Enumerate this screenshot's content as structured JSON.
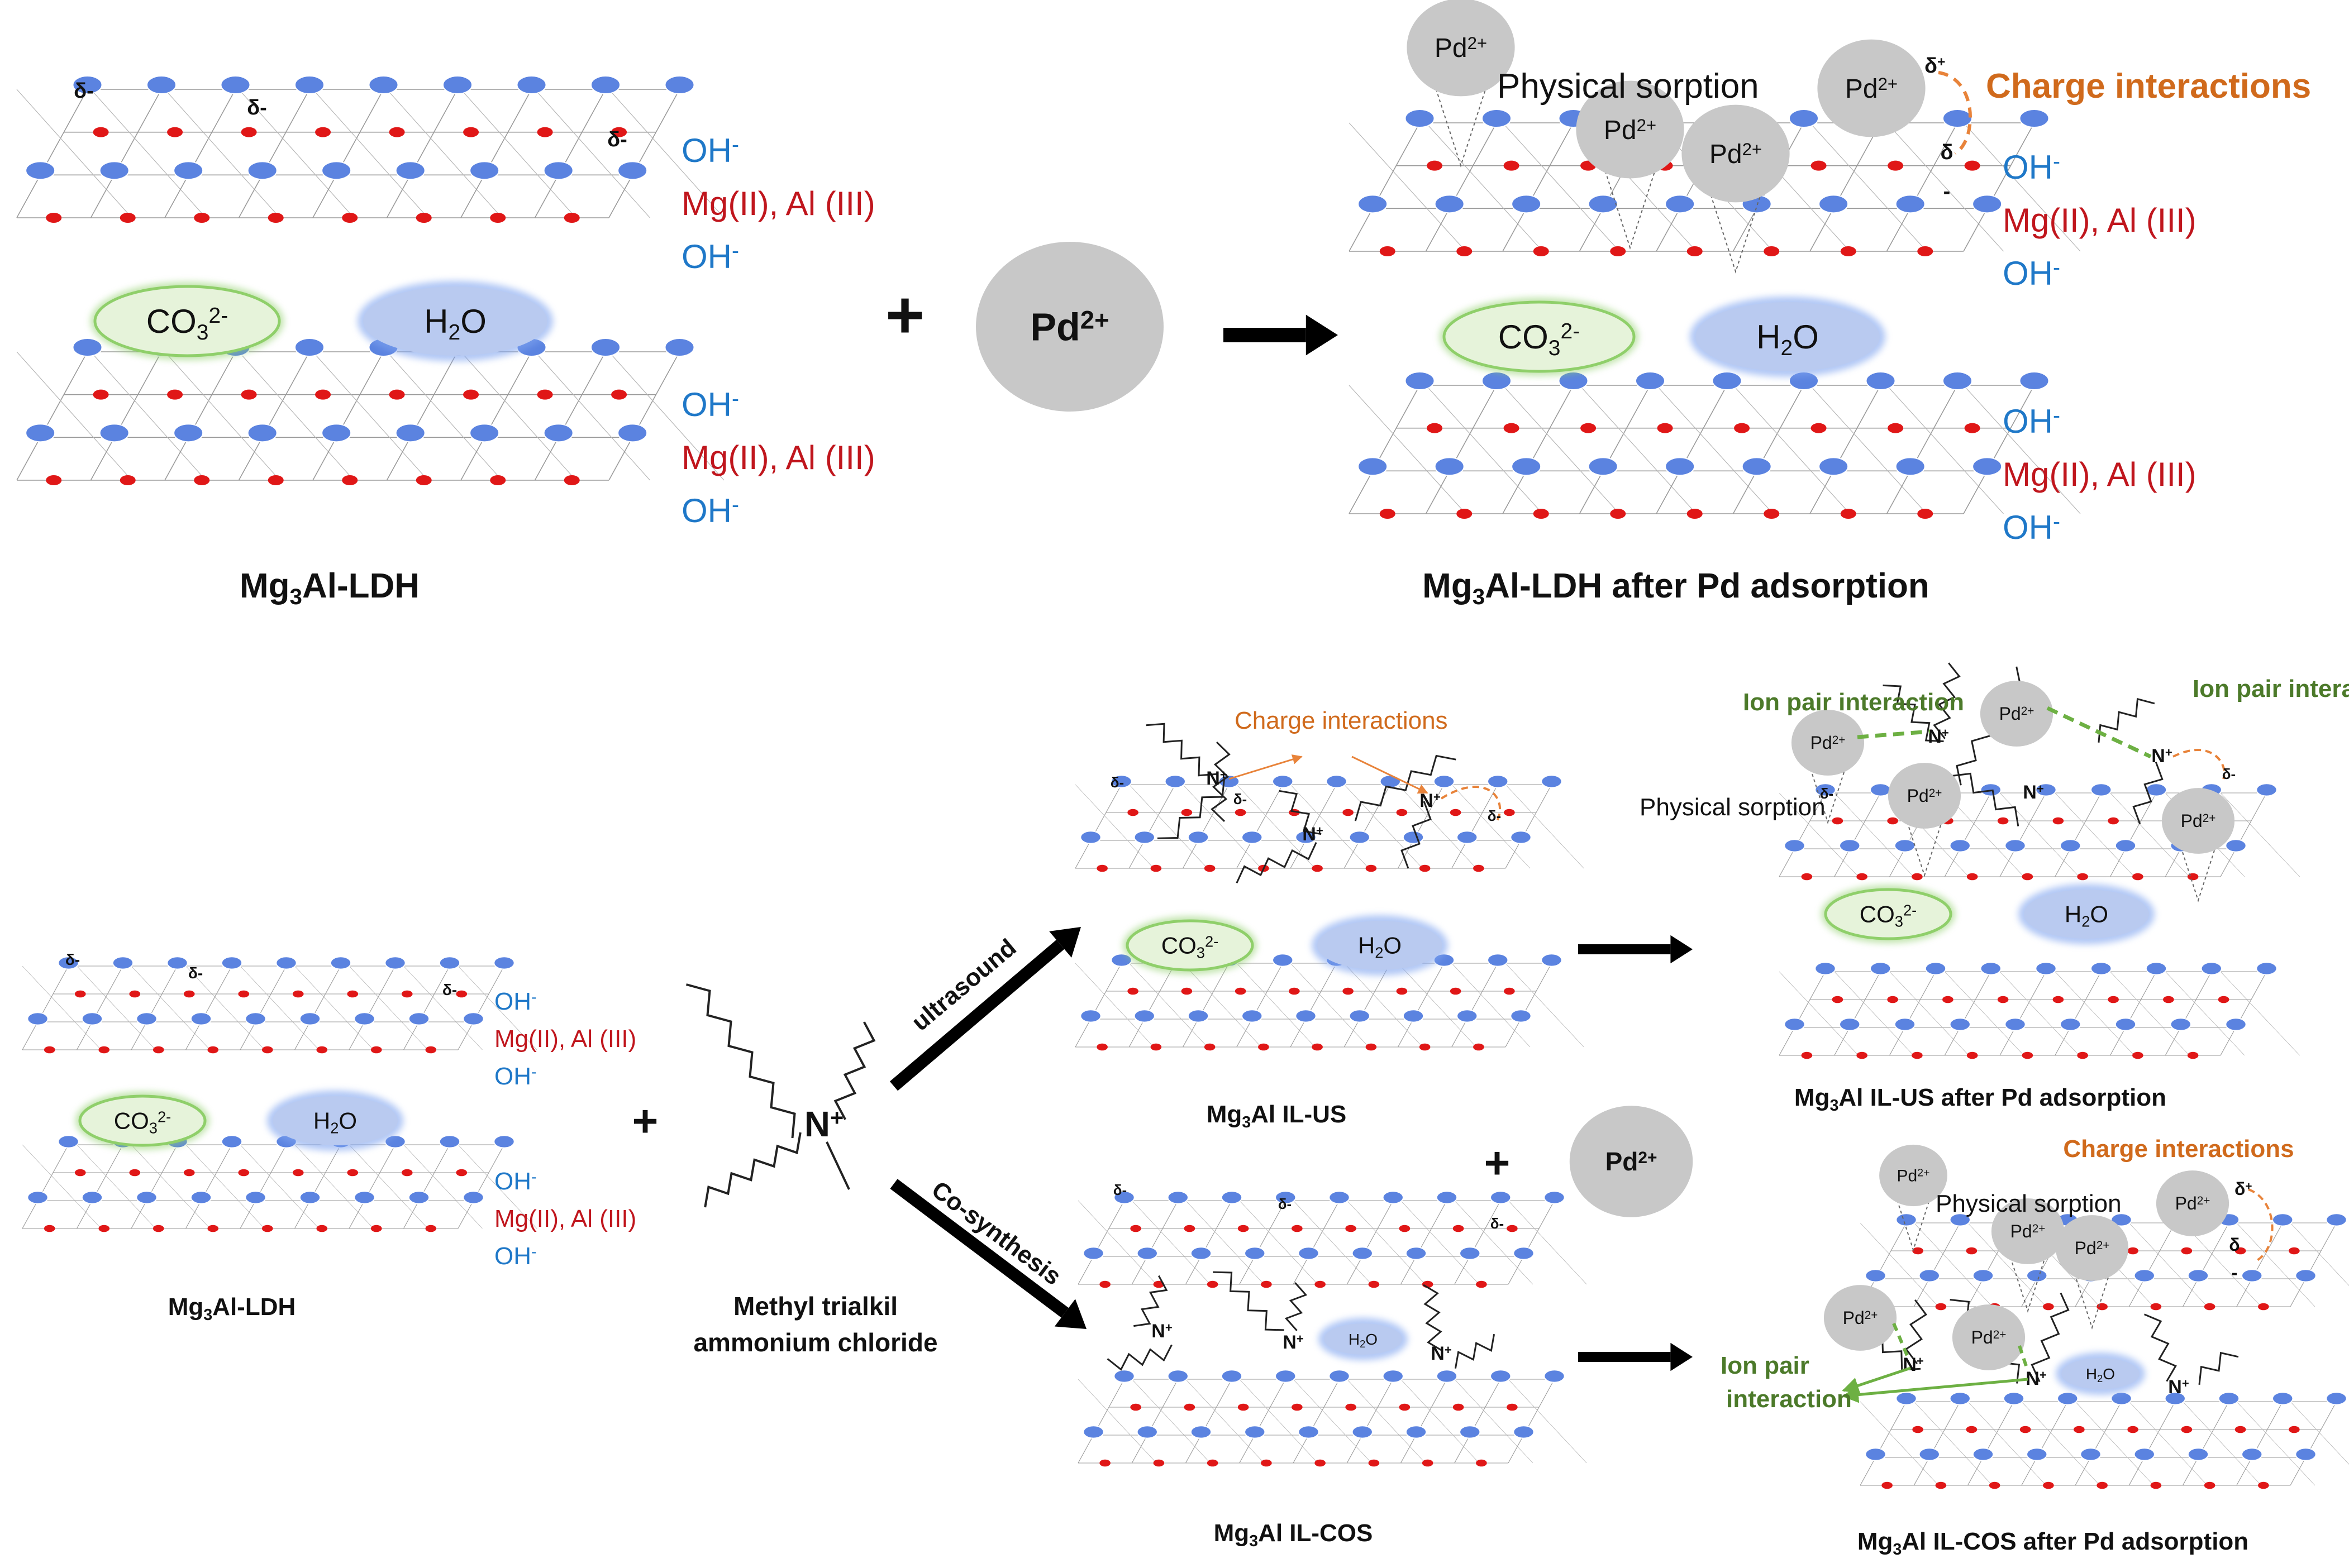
{
  "colors": {
    "oh": "#1f78c8",
    "metal": "#c0161d",
    "charge": "#d06a1c",
    "ionpair": "#4c7a2a",
    "ionpair_line": "#6db043",
    "node_blue": "#5b83e0",
    "node_red": "#e01717",
    "pd_gray": "#c8c8c8",
    "co3_fill": "#e6f3da",
    "co3_ring": "#8fcf6a",
    "h2o_fill": "#b9caf0",
    "h2o_ring": "#7ea3ef"
  },
  "species": {
    "pd": "Pd",
    "pd_charge": "2+",
    "co3": "CO",
    "co3_sub": "3",
    "co3_charge": "2-",
    "h2o_h": "H",
    "h2o_sub": "2",
    "h2o_o": "O",
    "n": "N",
    "n_charge": "+",
    "delta_minus": "δ-",
    "delta": "δ",
    "delta_plus": "δ",
    "plus_sign": "+",
    "minus_sign": "-"
  },
  "layer_labels": {
    "oh": "OH",
    "oh_charge": "-",
    "metal": "Mg(II), Al (III)"
  },
  "interactions": {
    "physical": "Physical sorption",
    "charge": "Charge interactions",
    "ion_pair": "Ion pair interaction",
    "ion_pair_line1": "Ion pair",
    "ion_pair_line2": "interaction"
  },
  "operators": {
    "plus": "+"
  },
  "arrows": {
    "ultrasound": "ultrasound",
    "cosynthesis": "Co-synthesis"
  },
  "captions": {
    "mg3al_prefix": "Mg",
    "mg3al_sub": "3",
    "ldh_suffix": "Al-LDH",
    "ldh_after_suffix": "Al-LDH after Pd adsorption",
    "ilus_suffix": "Al IL-US",
    "ilcos_suffix": "Al IL-COS",
    "ilus_after_suffix": "Al IL-US after Pd adsorption",
    "ilcos_after_suffix": "Al IL-COS after Pd adsorption",
    "reagent_line1": "Methyl trialkil",
    "reagent_line2": "ammonium chloride"
  }
}
